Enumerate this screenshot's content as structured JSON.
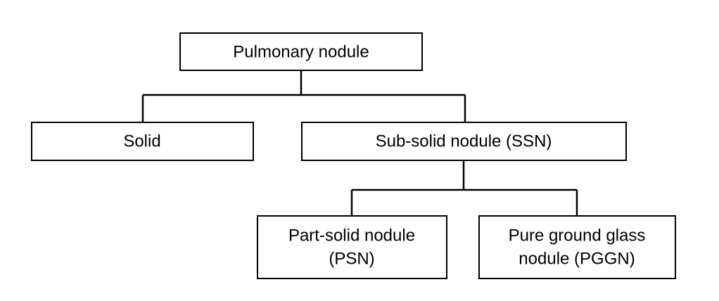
{
  "diagram": {
    "nodes": {
      "pulmonary_nodule": {
        "line1": "Pulmonary nodule"
      },
      "solid": {
        "line1": "Solid"
      },
      "sub_solid_nodule": {
        "line1": "Sub-solid nodule (SSN)"
      },
      "part_solid_nodule": {
        "line1": "Part-solid nodule",
        "line2": "(PSN)"
      },
      "pure_ground_glass_nodule": {
        "line1": "Pure ground glass",
        "line2": "nodule (PGGN)"
      }
    },
    "edges": [
      {
        "from": "Pulmonary nodule",
        "to": "Solid"
      },
      {
        "from": "Pulmonary nodule",
        "to": "Sub-solid nodule (SSN)"
      },
      {
        "from": "Sub-solid nodule (SSN)",
        "to": "Part-solid nodule (PSN)"
      },
      {
        "from": "Sub-solid nodule (SSN)",
        "to": "Pure ground glass nodule (PGGN)"
      }
    ],
    "colors": {
      "line": "#000000",
      "box_fill": "#ffffff",
      "text": "#000000"
    }
  }
}
